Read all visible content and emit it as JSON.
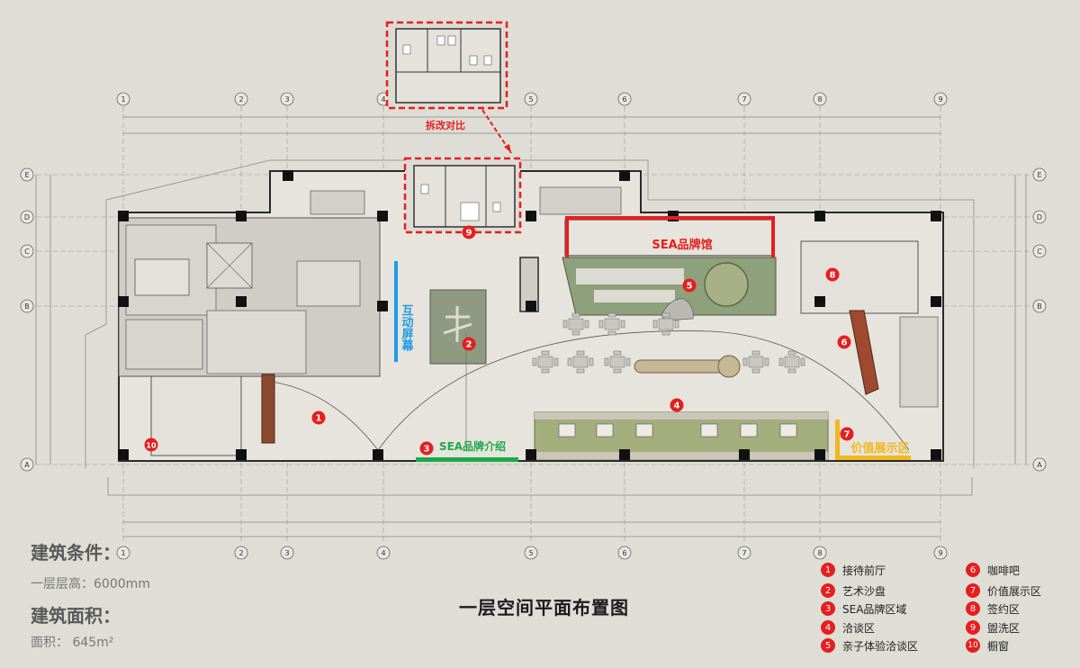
{
  "title": "一层空间平面布置图",
  "building_conditions": {
    "heading": "建筑条件：",
    "floor_height": "一层层高：6000mm",
    "area_heading": "建筑面积：",
    "area": "面积：  645m²"
  },
  "callout": {
    "label": "拆改对比"
  },
  "zones": {
    "interactive_screen": "互动屏幕",
    "sea_brand_hall": "SEA品牌馆",
    "sea_brand_intro": "SEA品牌介绍",
    "value_display": "价值展示区"
  },
  "legend": [
    {
      "num": "1",
      "label": "接待前厅"
    },
    {
      "num": "2",
      "label": "艺术沙盘"
    },
    {
      "num": "3",
      "label": "SEA品牌区域"
    },
    {
      "num": "4",
      "label": "洽谈区"
    },
    {
      "num": "5",
      "label": "亲子体验洽谈区"
    },
    {
      "num": "6",
      "label": "咖啡吧"
    },
    {
      "num": "7",
      "label": "价值展示区"
    },
    {
      "num": "8",
      "label": "签约区"
    },
    {
      "num": "9",
      "label": "盥洗区"
    },
    {
      "num": "10",
      "label": "橱窗"
    }
  ],
  "grid_columns": [
    "1",
    "2",
    "3",
    "4",
    "5",
    "6",
    "7",
    "8",
    "9"
  ],
  "grid_rows": [
    "E",
    "D",
    "C",
    "B",
    "A"
  ],
  "markers": [
    "1",
    "2",
    "3",
    "4",
    "5",
    "6",
    "7",
    "8",
    "9",
    "10"
  ],
  "colors": {
    "background": "#deded6",
    "marker": "#e61e1e",
    "screen_blue": "#1e9be6",
    "brand_green": "#1fa84a",
    "value_yellow": "#f2b81e",
    "wall": "#2a2a2a",
    "sofa_green": "#a4ad7c"
  }
}
